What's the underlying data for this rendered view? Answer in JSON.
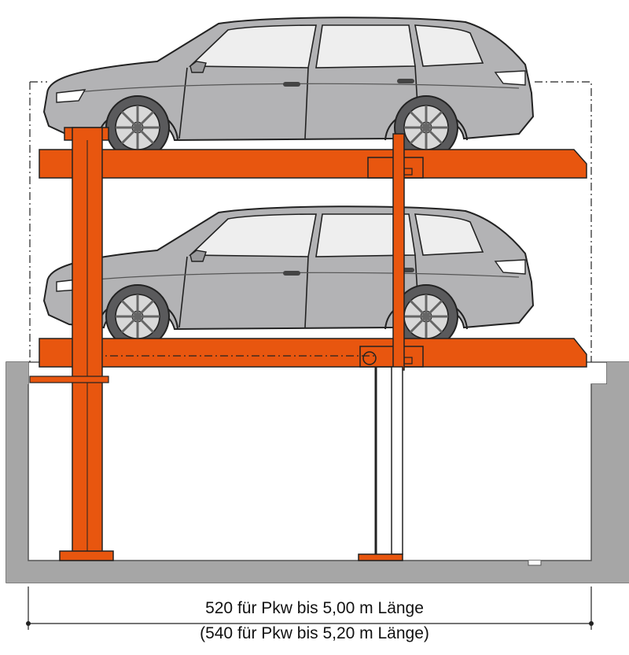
{
  "dimension": {
    "line1": "520 für Pkw bis 5,00 m Länge",
    "line2": "(540 für Pkw bis 5,20 m Länge)"
  },
  "colors": {
    "lift_orange": "#e8560f",
    "car_body": "#b3b3b5",
    "car_glass": "#eeeeee",
    "pit_wall": "#a6a6a6",
    "outline": "#222222"
  },
  "icons": [
    "car-upper",
    "car-lower",
    "parking-lift",
    "garage-pit"
  ]
}
